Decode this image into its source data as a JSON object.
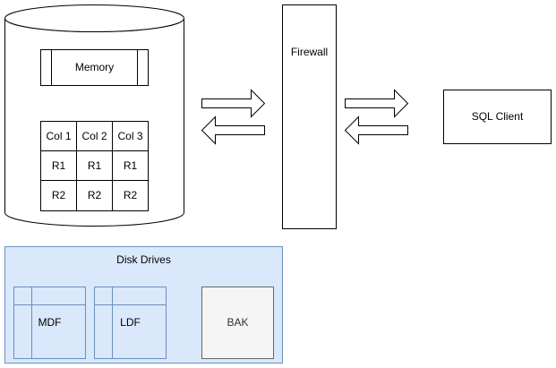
{
  "database": {
    "memory_label": "Memory",
    "table": {
      "headers": [
        "Col 1",
        "Col 2",
        "Col 3"
      ],
      "rows": [
        [
          "R1",
          "R1",
          "R1"
        ],
        [
          "R2",
          "R2",
          "R2"
        ]
      ]
    }
  },
  "firewall": {
    "label": "Firewall"
  },
  "client": {
    "label": "SQL Client"
  },
  "disk_drives": {
    "title": "Disk Drives",
    "files": {
      "mdf": "MDF",
      "ldf": "LDF",
      "bak": "BAK"
    }
  },
  "colors": {
    "stroke": "#000000",
    "disk_panel_fill": "#dae8fc",
    "disk_panel_stroke": "#6c8ebf",
    "bak_fill": "#f5f5f5",
    "bak_stroke": "#666666",
    "bak_text": "#333333"
  }
}
